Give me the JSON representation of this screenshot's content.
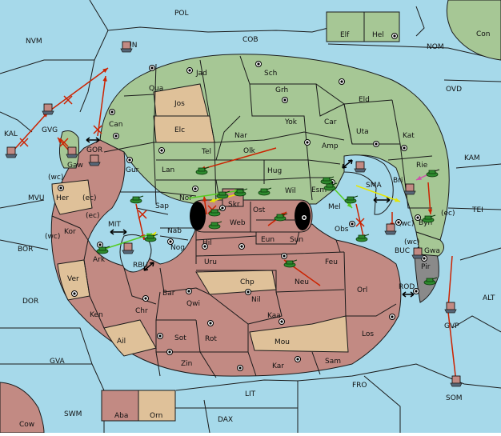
{
  "colors": {
    "sea": "#a6d9ea",
    "green": "#a6c795",
    "red": "#c28a83",
    "tan": "#dfc199",
    "grey": "#8a8a8a",
    "border": "#1a1a1a",
    "order_move": "#cc2200",
    "order_support_green": "#55cc22",
    "order_support_yellow": "#e6e600",
    "order_convoy_pink": "#cc55aa"
  },
  "sea_regions": [
    "POL",
    "NVM",
    "FUN",
    "COB",
    "NOM",
    "OVD",
    "KAL",
    "KAM",
    "MVU",
    "TEI",
    "BOR",
    "ALT",
    "DOR",
    "GVA",
    "FRO",
    "LIT",
    "SWM",
    "DAX"
  ],
  "green_regions": [
    "Jad",
    "Sch",
    "Qua",
    "Grh",
    "Yok",
    "Car",
    "Eld",
    "Uta",
    "Kat",
    "Nar",
    "Olk",
    "Amp",
    "Tel",
    "Lan",
    "Hug",
    "Gur",
    "Can",
    "Wil",
    "Esm",
    "Nor",
    "Sap",
    "Skr",
    "Mel",
    "Byn",
    "Bri",
    "Rie",
    "Gaw",
    "Elf",
    "Hel",
    "Con"
  ],
  "red_regions": [
    "Web",
    "Ost",
    "Eun",
    "Sun",
    "Obs",
    "Nab",
    "Nog",
    "Hil",
    "Ark",
    "Kor",
    "Uru",
    "Feu",
    "Chr",
    "Bar",
    "Qwi",
    "Nil",
    "Neu",
    "Orl",
    "Kaa",
    "Ken",
    "Los",
    "Sot",
    "Rot",
    "Zin",
    "Kar",
    "Sam",
    "Aba",
    "Cow",
    "Gwa"
  ],
  "tan_regions": [
    "Jos",
    "Elc",
    "Her",
    "Ver",
    "Chp",
    "Ail",
    "Mou",
    "Orn"
  ],
  "grey_regions": [
    "Pir"
  ],
  "small_labels": [
    "(wc)",
    "(ec)",
    "(wc)",
    "(ec)",
    "(wc)",
    "(wc)",
    "(ec)"
  ],
  "canals": [
    "MIT",
    "SMA",
    "RBU",
    "GOR",
    "BUC",
    "ROD",
    "GVG",
    "GVP",
    "SOM"
  ],
  "units": {
    "army_count": 18,
    "fleet_count": 12
  },
  "orders": {
    "failed_marker": "✕"
  }
}
